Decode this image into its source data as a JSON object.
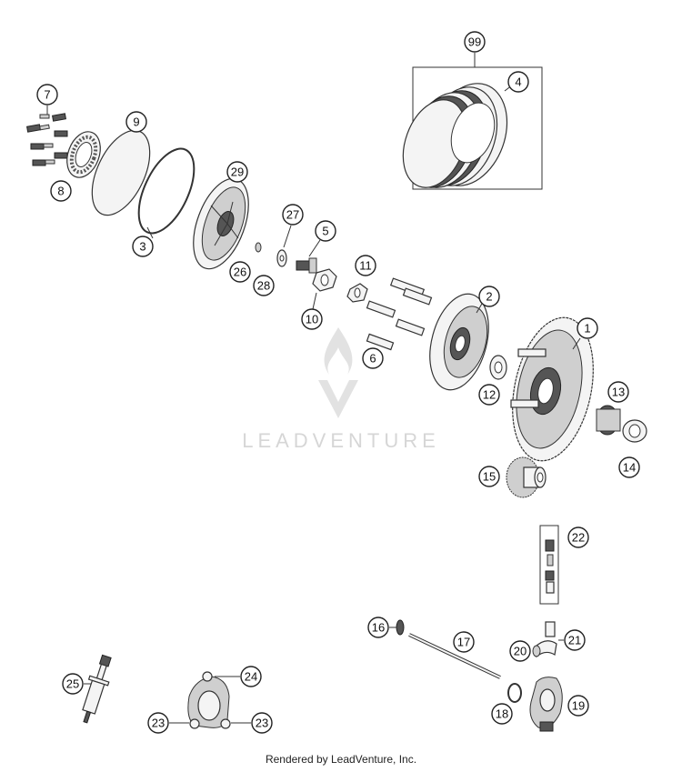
{
  "watermark": {
    "brand": "LEADVENTURE"
  },
  "footer": {
    "credit": "Rendered by LeadVenture, Inc."
  },
  "callouts": {
    "c1": "1",
    "c2": "2",
    "c3": "3",
    "c4": "4",
    "c5": "5",
    "c6": "6",
    "c7": "7",
    "c8": "8",
    "c9": "9",
    "c10": "10",
    "c11": "11",
    "c12": "12",
    "c13": "13",
    "c14": "14",
    "c15": "15",
    "c16": "16",
    "c17": "17",
    "c18": "18",
    "c19": "19",
    "c20": "20",
    "c21": "21",
    "c22": "22",
    "c23a": "23",
    "c23b": "23",
    "c24": "24",
    "c25": "25",
    "c26": "26",
    "c27": "27",
    "c28": "28",
    "c29": "29",
    "c99": "99"
  }
}
